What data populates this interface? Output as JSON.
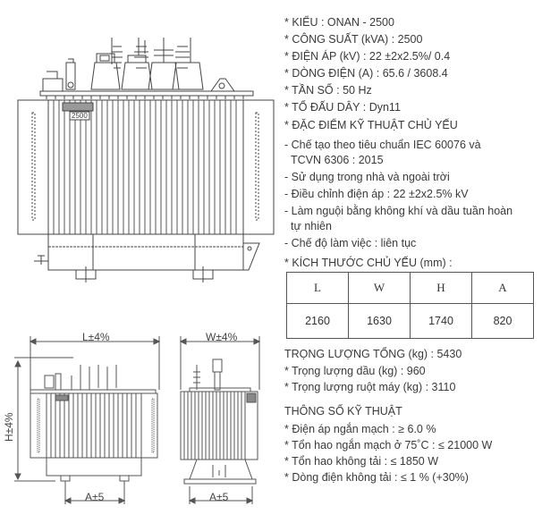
{
  "drawings": {
    "main": {
      "nameplate": "2500"
    },
    "front": {
      "length_label": "L±4%",
      "height_label": "H±4%",
      "a_label": "A±5"
    },
    "side": {
      "width_label": "W±4%",
      "a_label": "A±5"
    }
  },
  "specs": {
    "items": [
      "* KIỂU : ONAN - 2500",
      "* CÔNG SUẤT (kVA) :  2500",
      "* ĐIỆN ÁP (kV) : 22 ±2x2.5%/ 0.4",
      "* DÒNG ĐIỆN (A) : 65.6 / 3608.4",
      "* TẦN SỐ : 50 Hz",
      "* TỔ ĐẤU DÂY :  Dyn11"
    ],
    "features_title": "* ĐẶC ĐIỂM KỸ THUẬT CHỦ YẾU",
    "features": [
      "- Chế tạo theo tiêu chuẩn IEC 60076 và",
      "TCVN 6306 : 2015",
      "- Sử dụng trong nhà và ngoài trời",
      "- Điều chỉnh điện áp :  22 ±2x2.5% kV",
      "- Làm nguội bằng không khí và dầu tuần hoàn",
      "tự nhiên",
      "- Chế độ làm việc : liên tục"
    ],
    "dimensions_title": "* KÍCH THƯỚC CHỦ YẾU (mm) :",
    "dimensions": {
      "headers": [
        "L",
        "W",
        "H",
        "A"
      ],
      "values": [
        "2160",
        "1630",
        "1740",
        "820"
      ]
    },
    "weight_title": "TRỌNG LƯỢNG TỔNG (kg) : 5430",
    "weights": [
      "* Trọng lượng dầu (kg) : 960",
      "* Trọng lượng ruột máy (kg) :  3110"
    ],
    "tech_title": "THÔNG SỐ KỸ THUẬT",
    "tech": [
      "* Điện áp ngắn mạch :  ≥   6.0 %",
      "* Tổn hao ngắn mạch ở 75˚C : ≤  21000 W",
      "* Tổn hao không tải :  ≤ 1850 W",
      "* Dòng điện không tải : ≤  1 % (+30%)"
    ]
  }
}
